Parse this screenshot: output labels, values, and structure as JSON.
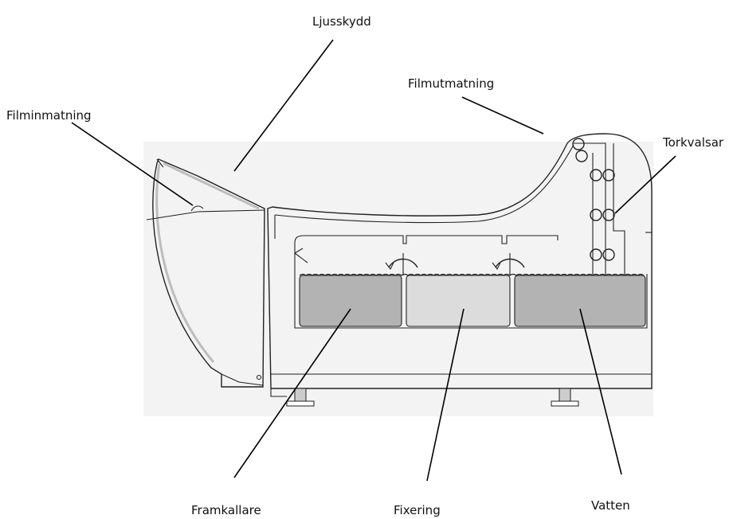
{
  "labels": {
    "light_shield": "Ljusskydd",
    "film_output": "Filmutmatning",
    "film_input": "Filminmatning",
    "drying_rollers": "Torkvalsar",
    "developer": "Framkallare",
    "fixer": "Fixering",
    "water": "Vatten"
  },
  "colors": {
    "background": "#ffffff",
    "backdrop": "#f3f3f3",
    "outline": "#222222",
    "developer_fill": "#b3b3b3",
    "fixer_fill": "#dcdcdc",
    "water_fill": "#b3b3b3",
    "lid_highlight": "#bdbdbd"
  }
}
